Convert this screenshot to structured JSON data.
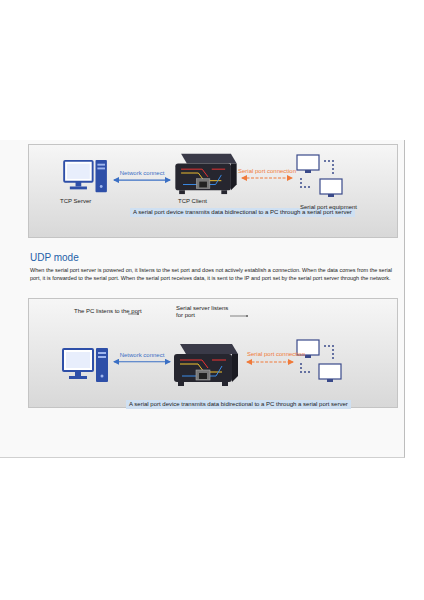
{
  "diagram": {
    "title": "UDP mode",
    "nodes": [
      {
        "text": [
          "TCP Server"
        ]
      },
      {
        "text": [
          "TCP Client"
        ]
      },
      {
        "text": [
          "Serial port equipment"
        ]
      },
      {
        "text": [
          "The PC listens to the port"
        ]
      },
      {
        "text": [
          "Serial server listens for port"
        ]
      }
    ],
    "edges": [
      {
        "from": 0,
        "to": 1,
        "arrow": "both",
        "label": "Network connect"
      },
      {
        "from": 1,
        "to": 2,
        "arrow": "both",
        "label": "Serial port connection"
      },
      {
        "from": 3,
        "to": 4,
        "arrow": "both",
        "label": "Network connect"
      }
    ],
    "labels": [
      "A serial port device transmits data bidirectional to a PC through a serial port server",
      "When the serial port server is powered on, it listens to the set port and does not actively establish a connection. When the data comes from the serial port, it is forwarded to the serial port. When the serial port receives data, it is sent to the IP and port set by the serial port server through the network.",
      "Serial port connection",
      "A serial port device transmits data bidirectional to a PC through a serial port server"
    ]
  }
}
